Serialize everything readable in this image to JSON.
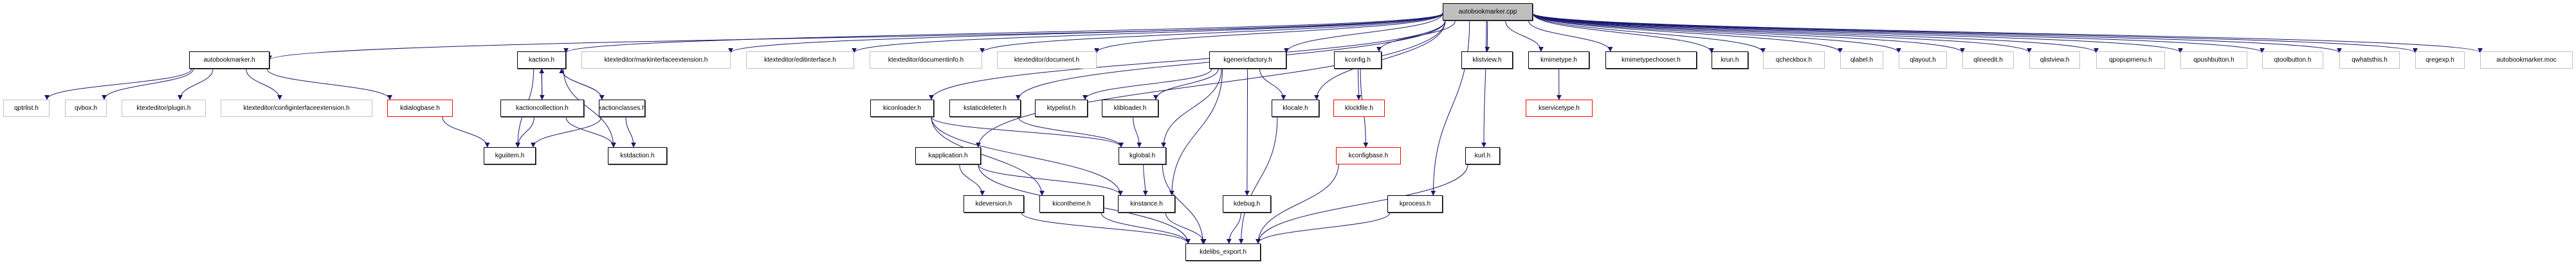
{
  "diagram": {
    "title": "autobookmarker.cpp include dependency graph",
    "edge_color": "#191970",
    "legend_colors": {
      "root_fill": "#bfbfbf",
      "documented_border": "#000000",
      "undocumented_border": "#c0c0c0",
      "truncated_border": "#ff0000"
    },
    "nodes": [
      {
        "id": "cpp",
        "label": "autobookmarker.cpp",
        "kind": "root"
      },
      {
        "id": "abh",
        "label": "autobookmarker.h",
        "kind": "documented"
      },
      {
        "id": "qptrlist",
        "label": "qptrlist.h",
        "kind": "undocumented"
      },
      {
        "id": "qvbox",
        "label": "qvbox.h",
        "kind": "undocumented"
      },
      {
        "id": "kte_plugin",
        "label": "ktexteditor/plugin.h",
        "kind": "undocumented"
      },
      {
        "id": "kte_cfgext",
        "label": "ktexteditor/configinterfaceextension.h",
        "kind": "undocumented"
      },
      {
        "id": "kdialogbase",
        "label": "kdialogbase.h",
        "kind": "truncated"
      },
      {
        "id": "kaction",
        "label": "kaction.h",
        "kind": "documented"
      },
      {
        "id": "kte_markext",
        "label": "ktexteditor/markinterfaceextension.h",
        "kind": "undocumented"
      },
      {
        "id": "kte_edit",
        "label": "ktexteditor/editinterface.h",
        "kind": "undocumented"
      },
      {
        "id": "kte_docinfo",
        "label": "ktexteditor/documentinfo.h",
        "kind": "undocumented"
      },
      {
        "id": "kte_doc",
        "label": "ktexteditor/document.h",
        "kind": "undocumented"
      },
      {
        "id": "kgenericfactory",
        "label": "kgenericfactory.h",
        "kind": "documented"
      },
      {
        "id": "kconfig",
        "label": "kconfig.h",
        "kind": "documented"
      },
      {
        "id": "klistview",
        "label": "klistview.h",
        "kind": "documented"
      },
      {
        "id": "kmimetype",
        "label": "kmimetype.h",
        "kind": "documented"
      },
      {
        "id": "kmimetypechooser",
        "label": "kmimetypechooser.h",
        "kind": "documented"
      },
      {
        "id": "krun",
        "label": "krun.h",
        "kind": "documented"
      },
      {
        "id": "qcheckbox",
        "label": "qcheckbox.h",
        "kind": "undocumented"
      },
      {
        "id": "qlabel",
        "label": "qlabel.h",
        "kind": "undocumented"
      },
      {
        "id": "qlayout",
        "label": "qlayout.h",
        "kind": "undocumented"
      },
      {
        "id": "qlineedit",
        "label": "qlineedit.h",
        "kind": "undocumented"
      },
      {
        "id": "qlistview",
        "label": "qlistview.h",
        "kind": "undocumented"
      },
      {
        "id": "qpopupmenu",
        "label": "qpopupmenu.h",
        "kind": "undocumented"
      },
      {
        "id": "qpushbutton",
        "label": "qpushbutton.h",
        "kind": "undocumented"
      },
      {
        "id": "qtoolbutton",
        "label": "qtoolbutton.h",
        "kind": "undocumented"
      },
      {
        "id": "qwhatsthis",
        "label": "qwhatsthis.h",
        "kind": "undocumented"
      },
      {
        "id": "qregexp",
        "label": "qregexp.h",
        "kind": "undocumented"
      },
      {
        "id": "moc",
        "label": "autobookmarker.moc",
        "kind": "undocumented"
      },
      {
        "id": "kactioncollection",
        "label": "kactioncollection.h",
        "kind": "documented"
      },
      {
        "id": "kactionclasses",
        "label": "kactionclasses.h",
        "kind": "documented"
      },
      {
        "id": "kguiitem",
        "label": "kguiitem.h",
        "kind": "documented"
      },
      {
        "id": "kstdaction",
        "label": "kstdaction.h",
        "kind": "documented"
      },
      {
        "id": "kiconloader",
        "label": "kiconloader.h",
        "kind": "documented"
      },
      {
        "id": "kstaticdeleter",
        "label": "kstaticdeleter.h",
        "kind": "documented"
      },
      {
        "id": "ktypelist",
        "label": "ktypelist.h",
        "kind": "documented"
      },
      {
        "id": "klibloader",
        "label": "klibloader.h",
        "kind": "documented"
      },
      {
        "id": "klocale",
        "label": "klocale.h",
        "kind": "documented"
      },
      {
        "id": "klockfile",
        "label": "klockfile.h",
        "kind": "truncated"
      },
      {
        "id": "kservicetype",
        "label": "kservicetype.h",
        "kind": "truncated"
      },
      {
        "id": "kapplication",
        "label": "kapplication.h",
        "kind": "documented"
      },
      {
        "id": "kglobal",
        "label": "kglobal.h",
        "kind": "documented"
      },
      {
        "id": "kconfigbase",
        "label": "kconfigbase.h",
        "kind": "truncated"
      },
      {
        "id": "kurl",
        "label": "kurl.h",
        "kind": "documented"
      },
      {
        "id": "kdeversion",
        "label": "kdeversion.h",
        "kind": "documented"
      },
      {
        "id": "kicontheme",
        "label": "kicontheme.h",
        "kind": "documented"
      },
      {
        "id": "kinstance",
        "label": "kinstance.h",
        "kind": "documented"
      },
      {
        "id": "kdebug",
        "label": "kdebug.h",
        "kind": "documented"
      },
      {
        "id": "kprocess",
        "label": "kprocess.h",
        "kind": "documented"
      },
      {
        "id": "kdelibs_export",
        "label": "kdelibs_export.h",
        "kind": "documented"
      }
    ],
    "edges": [
      [
        "cpp",
        "abh"
      ],
      [
        "cpp",
        "kaction"
      ],
      [
        "cpp",
        "kte_markext"
      ],
      [
        "cpp",
        "kte_edit"
      ],
      [
        "cpp",
        "kte_docinfo"
      ],
      [
        "cpp",
        "kte_doc"
      ],
      [
        "cpp",
        "kiconloader"
      ],
      [
        "cpp",
        "kapplication"
      ],
      [
        "cpp",
        "kstaticdeleter"
      ],
      [
        "cpp",
        "kgenericfactory"
      ],
      [
        "cpp",
        "klocale"
      ],
      [
        "cpp",
        "kconfig"
      ],
      [
        "cpp",
        "kprocess"
      ],
      [
        "cpp",
        "kurl"
      ],
      [
        "cpp",
        "klistview"
      ],
      [
        "cpp",
        "kmimetype"
      ],
      [
        "cpp",
        "kmimetypechooser"
      ],
      [
        "cpp",
        "krun"
      ],
      [
        "cpp",
        "qcheckbox"
      ],
      [
        "cpp",
        "qlabel"
      ],
      [
        "cpp",
        "qlayout"
      ],
      [
        "cpp",
        "qlineedit"
      ],
      [
        "cpp",
        "qlistview"
      ],
      [
        "cpp",
        "qpopupmenu"
      ],
      [
        "cpp",
        "qpushbutton"
      ],
      [
        "cpp",
        "qtoolbutton"
      ],
      [
        "cpp",
        "qwhatsthis"
      ],
      [
        "cpp",
        "qregexp"
      ],
      [
        "cpp",
        "moc"
      ],
      [
        "abh",
        "qptrlist"
      ],
      [
        "abh",
        "qvbox"
      ],
      [
        "abh",
        "kte_plugin"
      ],
      [
        "abh",
        "kte_cfgext"
      ],
      [
        "abh",
        "kdialogbase"
      ],
      [
        "kdialogbase",
        "kguiitem"
      ],
      [
        "kaction",
        "kguiitem"
      ],
      [
        "kaction",
        "kactioncollection"
      ],
      [
        "kaction",
        "kactionclasses"
      ],
      [
        "kaction",
        "kstdaction"
      ],
      [
        "kactioncollection",
        "kaction"
      ],
      [
        "kactioncollection",
        "kguiitem"
      ],
      [
        "kactioncollection",
        "kstdaction"
      ],
      [
        "kactionclasses",
        "kaction"
      ],
      [
        "kactionclasses",
        "kguiitem"
      ],
      [
        "kactionclasses",
        "kstdaction"
      ],
      [
        "kgenericfactory",
        "ktypelist"
      ],
      [
        "kgenericfactory",
        "klibloader"
      ],
      [
        "kgenericfactory",
        "kglobal"
      ],
      [
        "kgenericfactory",
        "kinstance"
      ],
      [
        "kgenericfactory",
        "kdebug"
      ],
      [
        "kgenericfactory",
        "klocale"
      ],
      [
        "kiconloader",
        "kglobal"
      ],
      [
        "kiconloader",
        "kicontheme"
      ],
      [
        "kiconloader",
        "kinstance"
      ],
      [
        "kstaticdeleter",
        "kglobal"
      ],
      [
        "klibloader",
        "kglobal"
      ],
      [
        "kapplication",
        "kdeversion"
      ],
      [
        "kapplication",
        "kinstance"
      ],
      [
        "kapplication",
        "kdelibs_export"
      ],
      [
        "kglobal",
        "kinstance"
      ],
      [
        "kglobal",
        "kdelibs_export"
      ],
      [
        "kdeversion",
        "kdelibs_export"
      ],
      [
        "kicontheme",
        "kdelibs_export"
      ],
      [
        "kinstance",
        "kdelibs_export"
      ],
      [
        "kdebug",
        "kdelibs_export"
      ],
      [
        "klocale",
        "kdelibs_export"
      ],
      [
        "kconfig",
        "klockfile"
      ],
      [
        "kconfig",
        "kconfigbase"
      ],
      [
        "kconfigbase",
        "kdelibs_export"
      ],
      [
        "kprocess",
        "kdelibs_export"
      ],
      [
        "kurl",
        "kdelibs_export"
      ],
      [
        "kmimetype",
        "kservicetype"
      ]
    ]
  }
}
